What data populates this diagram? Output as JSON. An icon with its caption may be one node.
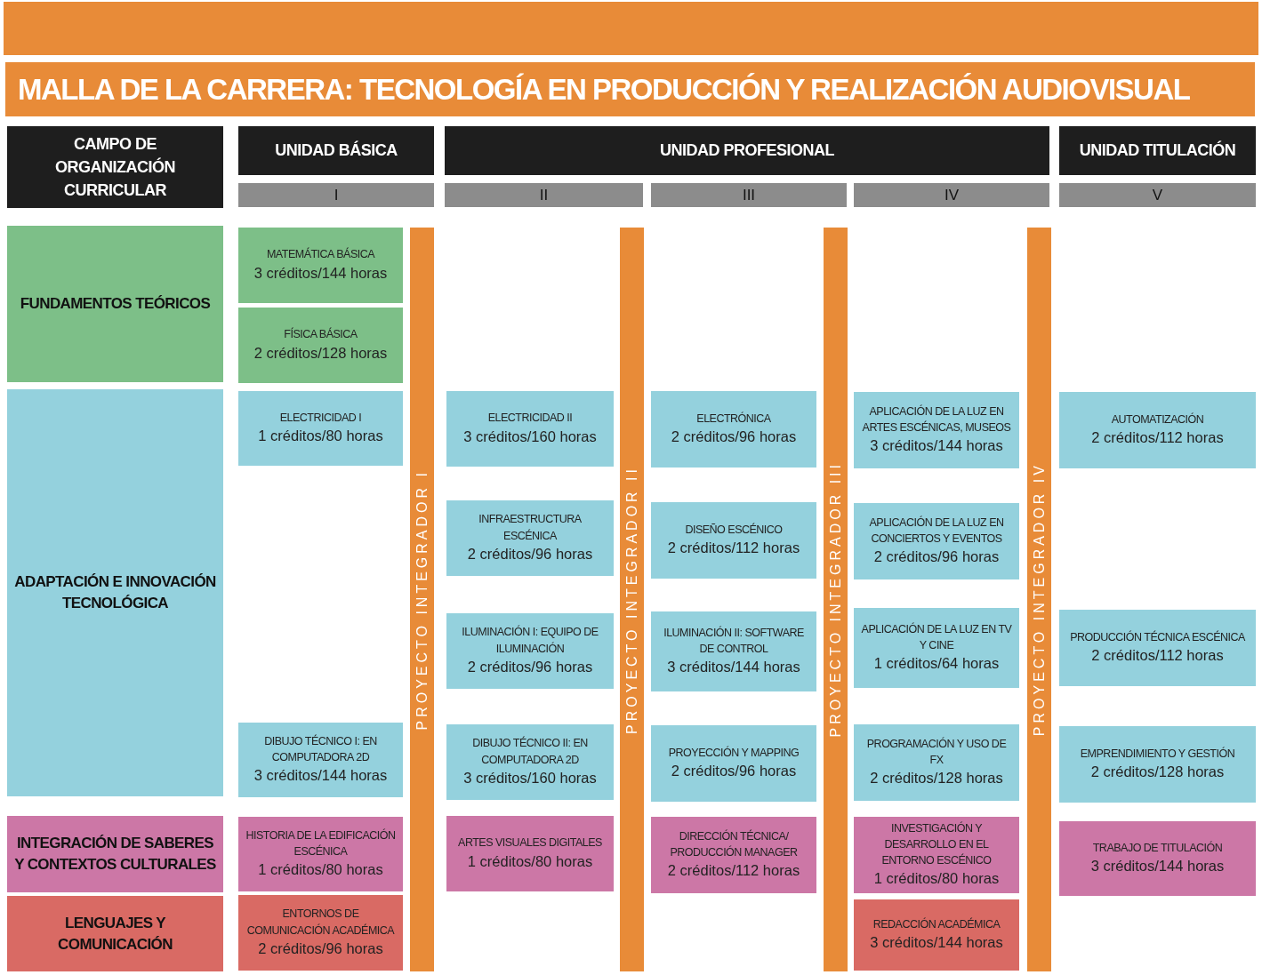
{
  "diagram": {
    "nodes": [
      {
        "text": [
          "CAMPO DE ORGANIZACIÓN CURRICULAR"
        ]
      },
      {
        "text": [
          "UNIDAD BÁSICA"
        ]
      },
      {
        "text": [
          "UNIDAD PROFESIONAL"
        ]
      },
      {
        "text": [
          "UNIDAD TITULACIÓN"
        ]
      },
      {
        "text": [
          "I"
        ]
      },
      {
        "text": [
          "II"
        ]
      },
      {
        "text": [
          "III"
        ]
      },
      {
        "text": [
          "IV"
        ]
      },
      {
        "text": [
          "V"
        ]
      },
      {
        "text": [
          "FUNDAMENTOS TEÓRICOS"
        ]
      },
      {
        "text": [
          "ADAPTACIÓN E INNOVACIÓN TECNOLÓGICA"
        ]
      },
      {
        "text": [
          "INTEGRACIÓN DE SABERES Y CONTEXTOS CULTURALES"
        ]
      },
      {
        "text": [
          "LENGUAJES Y COMUNICACIÓN"
        ]
      },
      {
        "text": [
          "MATEMÁTICA BÁSICA",
          "3 créditos/144 horas"
        ]
      },
      {
        "text": [
          "FÍSICA BÁSICA",
          "2 créditos/128 horas"
        ]
      },
      {
        "text": [
          "ELECTRICIDAD I",
          "1 créditos/80 horas"
        ]
      },
      {
        "text": [
          "DIBUJO TÉCNICO I: EN COMPUTADORA 2D",
          "3 créditos/144 horas"
        ]
      },
      {
        "text": [
          "HISTORIA DE LA EDIFICACIÓN ESCÉNICA",
          "1 créditos/80 horas"
        ]
      },
      {
        "text": [
          "ENTORNOS DE COMUNICACIÓN ACADÉMICA",
          "2 créditos/96 horas"
        ]
      },
      {
        "text": [
          "PROYECTO INTEGRADOR I"
        ]
      },
      {
        "text": [
          "ELECTRICIDAD II",
          "3 créditos/160 horas"
        ]
      },
      {
        "text": [
          "INFRAESTRUCTURA ESCÉNICA",
          "2 créditos/96 horas"
        ]
      },
      {
        "text": [
          "ILUMINACIÓN I: EQUIPO DE ILUMINACIÓN",
          "2 créditos/96 horas"
        ]
      },
      {
        "text": [
          "DIBUJO TÉCNICO II: EN COMPUTADORA 2D",
          "3 créditos/160 horas"
        ]
      },
      {
        "text": [
          "ARTES VISUALES DIGITALES",
          "1 créditos/80 horas"
        ]
      },
      {
        "text": [
          "PROYECTO INTEGRADOR II"
        ]
      },
      {
        "text": [
          "ELECTRÓNICA",
          "2 créditos/96 horas"
        ]
      },
      {
        "text": [
          "DISEÑO ESCÉNICO",
          "2 créditos/112 horas"
        ]
      },
      {
        "text": [
          "ILUMINACIÓN II: SOFTWARE DE CONTROL",
          "3 créditos/144 horas"
        ]
      },
      {
        "text": [
          "PROYECCIÓN Y MAPPING",
          "2 créditos/96 horas"
        ]
      },
      {
        "text": [
          "DIRECCIÓN TÉCNICA/ PRODUCCIÓN MANAGER",
          "2 créditos/112 horas"
        ]
      },
      {
        "text": [
          "PROYECTO INTEGRADOR III"
        ]
      },
      {
        "text": [
          "APLICACIÓN DE LA LUZ EN ARTES ESCÉNICAS, MUSEOS",
          "3 créditos/144 horas"
        ]
      },
      {
        "text": [
          "APLICACIÓN DE LA LUZ EN CONCIERTOS Y EVENTOS",
          "2 créditos/96 horas"
        ]
      },
      {
        "text": [
          "APLICACIÓN DE LA LUZ EN TV Y CINE",
          "1 créditos/64 horas"
        ]
      },
      {
        "text": [
          "PROGRAMACIÓN Y USO DE FX",
          "2 créditos/128 horas"
        ]
      },
      {
        "text": [
          "INVESTIGACIÓN Y DESARROLLO EN EL ENTORNO ESCÉNICO",
          "1 créditos/80 horas"
        ]
      },
      {
        "text": [
          "REDACCIÓN ACADÉMICA",
          "3 créditos/144 horas"
        ]
      },
      {
        "text": [
          "PROYECTO INTEGRADOR IV"
        ]
      },
      {
        "text": [
          "AUTOMATIZACIÓN",
          "2 créditos/112 horas"
        ]
      },
      {
        "text": [
          "PRODUCCIÓN TÉCNICA ESCÉNICA",
          "2 créditos/112 horas"
        ]
      },
      {
        "text": [
          "EMPRENDIMIENTO Y GESTIÓN",
          "2 créditos/128 horas"
        ]
      },
      {
        "text": [
          "TRABAJO DE TITULACIÓN",
          "3 créditos/144 horas"
        ]
      },
      {
        "text": [],
        "shape": "bar"
      },
      {
        "text": [
          "MALLA  DE LA CARRERA: TECNOLOGÍA EN PRODUCCIÓN Y REALIZACIÓN AUDIOVISUAL"
        ]
      }
    ]
  }
}
